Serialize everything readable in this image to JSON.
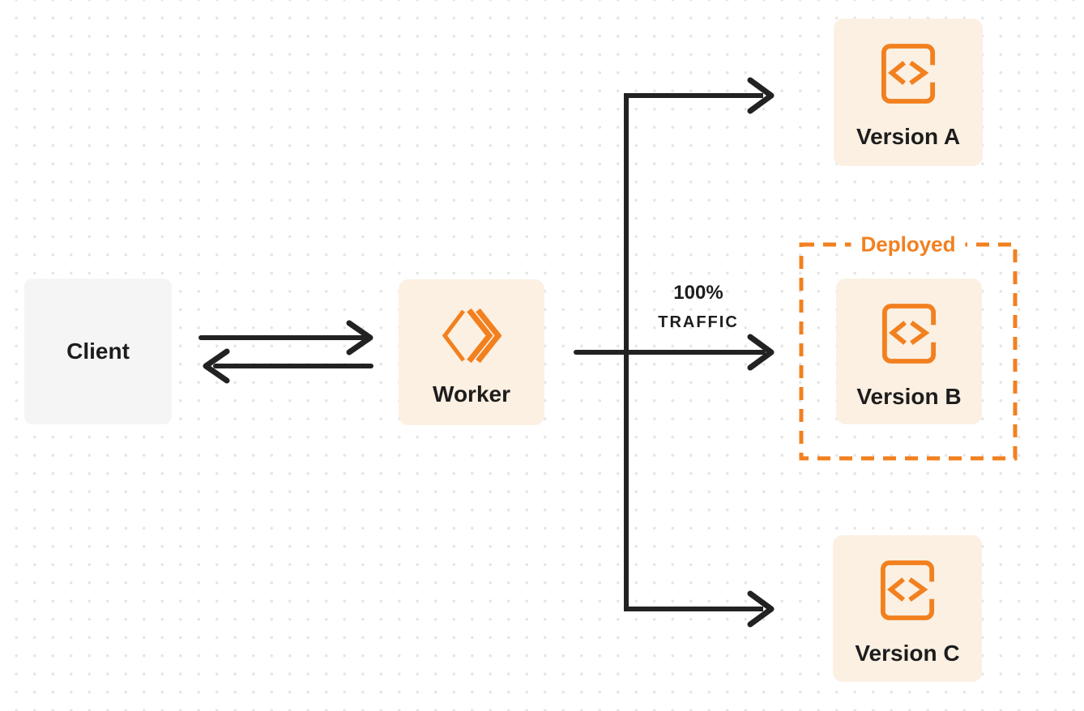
{
  "colors": {
    "accent": "#F2801F",
    "cream": "#FBF0E2",
    "gray_box": "#F5F5F6",
    "line": "#222222",
    "text": "#1D1D1D",
    "dot": "#E5E5E5",
    "bg": "#FFFFFF"
  },
  "nodes": {
    "client": {
      "label": "Client"
    },
    "worker": {
      "label": "Worker",
      "icon": "workers-logo-icon"
    },
    "version_a": {
      "label": "Version A",
      "icon": "code-file-icon"
    },
    "version_b": {
      "label": "Version B",
      "icon": "code-file-icon"
    },
    "version_c": {
      "label": "Version C",
      "icon": "code-file-icon"
    }
  },
  "deployed_group": {
    "label": "Deployed"
  },
  "traffic_label": {
    "line1": "100%",
    "line2": "TRAFFIC"
  }
}
